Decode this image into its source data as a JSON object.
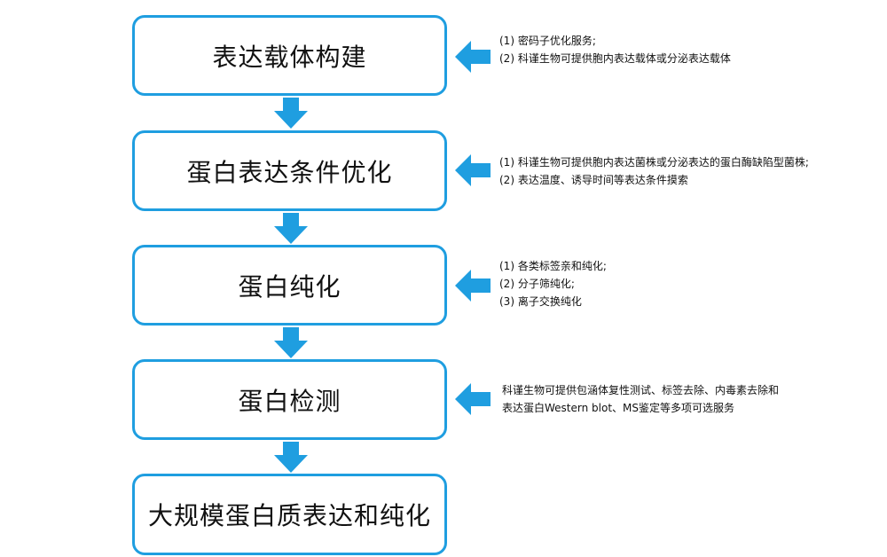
{
  "colors": {
    "accent": "#1f9ee0",
    "text": "#111111"
  },
  "stages": [
    {
      "label": "表达载体构建",
      "notes": [
        "(1) 密码子优化服务;",
        "(2) 科谨生物可提供胞内表达载体或分泌表达载体"
      ]
    },
    {
      "label": "蛋白表达条件优化",
      "notes": [
        "(1) 科谨生物可提供胞内表达菌株或分泌表达的蛋白酶缺陷型菌株;",
        "(2) 表达温度、诱导时间等表达条件摸索"
      ]
    },
    {
      "label": "蛋白纯化",
      "notes": [
        "(1) 各类标签亲和纯化;",
        "(2) 分子筛纯化;",
        "(3) 离子交换纯化"
      ]
    },
    {
      "label": "蛋白检测",
      "notes": [
        "科谨生物可提供包涵体复性测试、标签去除、内毒素去除和",
        "表达蛋白Western blot、MS鉴定等多项可选服务"
      ]
    },
    {
      "label": "大规模蛋白质表达和纯化",
      "notes": []
    }
  ]
}
